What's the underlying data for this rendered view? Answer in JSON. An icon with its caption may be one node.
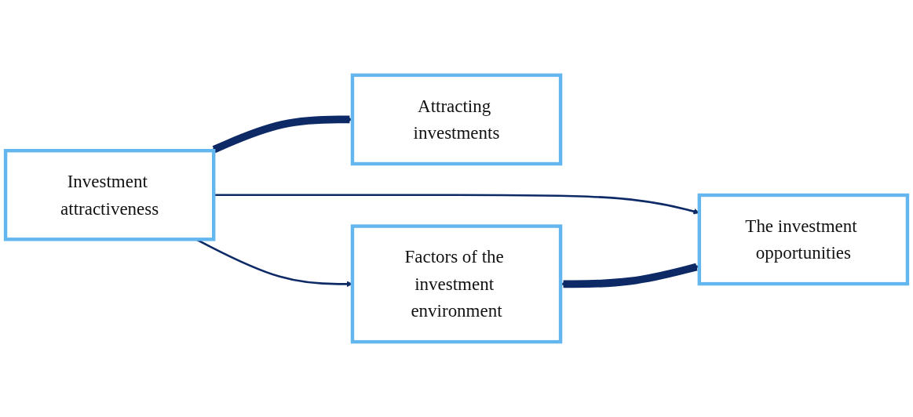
{
  "diagram": {
    "nodes": [
      {
        "text": [
          "Investment attractiveness"
        ]
      },
      {
        "text": [
          "Attracting investments"
        ]
      },
      {
        "text": [
          "Factors of the investment environment"
        ]
      },
      {
        "text": [
          "The investment opportunities"
        ]
      }
    ],
    "edges": [
      {
        "from": 0,
        "to": 2,
        "arrow": "to"
      },
      {
        "from": 0,
        "to": 3,
        "arrow": "to"
      },
      {
        "from": 0,
        "to": 1,
        "arrow": "both",
        "style": "thick"
      },
      {
        "from": 2,
        "to": 3,
        "arrow": "both",
        "style": "thick"
      }
    ]
  }
}
